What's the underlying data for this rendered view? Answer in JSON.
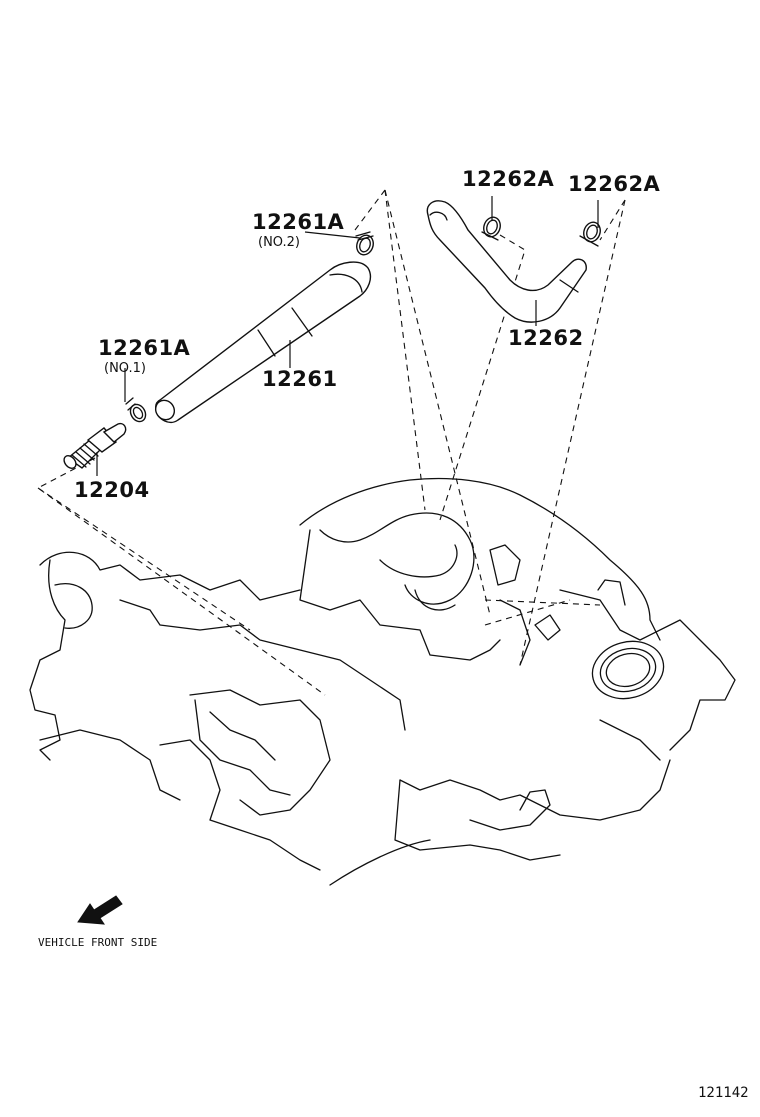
{
  "callouts": {
    "clamp_no2": {
      "part": "12261A",
      "note": "(NO.2)"
    },
    "clamp_no1": {
      "part": "12261A",
      "note": "(NO.1)"
    },
    "hose_a": {
      "part": "12261"
    },
    "valve": {
      "part": "12204"
    },
    "clamp_b1": {
      "part": "12262A"
    },
    "clamp_b2": {
      "part": "12262A"
    },
    "hose_b": {
      "part": "12262"
    }
  },
  "orientation": {
    "label": "VEHICLE FRONT SIDE",
    "icon": "arrow-down-left-icon"
  },
  "diagram_code": "121142"
}
